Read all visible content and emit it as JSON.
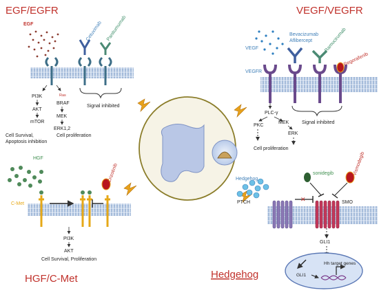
{
  "panels": {
    "egfr": {
      "title": "EGF/EGFR",
      "ligand": "EGF",
      "drugs": [
        "Cetuximab",
        "Panitumumab"
      ],
      "pathway_left": [
        "PI3K",
        "AKT",
        "mTOR"
      ],
      "ras": "Ras",
      "pathway_right": [
        "BRAF",
        "MEK",
        "ERK1,2"
      ],
      "outcome_left": [
        "Cell Survival,",
        "Apoptosis inhibition"
      ],
      "outcome_right": "Cell proliferation",
      "inhibited": "Signal inhibited"
    },
    "vegfr": {
      "title": "VEGF/VEGFR",
      "ligand": "VEGF",
      "receptor": "VEGFR",
      "drugs": [
        "Bevacizumab",
        "Aflibercept",
        "Ramucirumab",
        "Regorafenib"
      ],
      "plc": "PLC-γ",
      "pathway": [
        "PKC",
        "MEK",
        "ERK"
      ],
      "outcome": "Cell proliferation",
      "inhibited": "Signal inhibited"
    },
    "hgf": {
      "title": "HGF/C-Met",
      "ligand": "HGF",
      "receptor": "C-Met",
      "drug": "Crizotinib",
      "pathway": [
        "PI3K",
        "AKT"
      ],
      "outcome": "Cell Survival, Proliferation"
    },
    "hedgehog": {
      "title": "Hedgehog",
      "ligand": "Hedgehog",
      "receptor": "PTCH",
      "smo": "SMO",
      "drugs": [
        "sonidegib",
        "Vismodegib"
      ],
      "gli": "GLI1",
      "gli_nucleus": "GLI1",
      "target": "Hh target genes"
    }
  },
  "colors": {
    "title_red": "#c0312b",
    "egfr_receptor": "#3d6e87",
    "vegfr_receptor": "#6a4a8c",
    "cmet_receptor": "#e6a817",
    "smo_receptor": "#c4385a",
    "ptch_receptor": "#8a78b5",
    "membrane": "#9fb7d8",
    "colon": "#b9c7e6",
    "circle_fill": "#f6f3e6",
    "circle_stroke": "#8b7d2a",
    "bolt": "#e8a21c"
  },
  "icons": [
    "lightning-bolt-icon",
    "antibody-icon",
    "colon-organ-icon",
    "dna-icon",
    "inhibition-bar-icon"
  ]
}
